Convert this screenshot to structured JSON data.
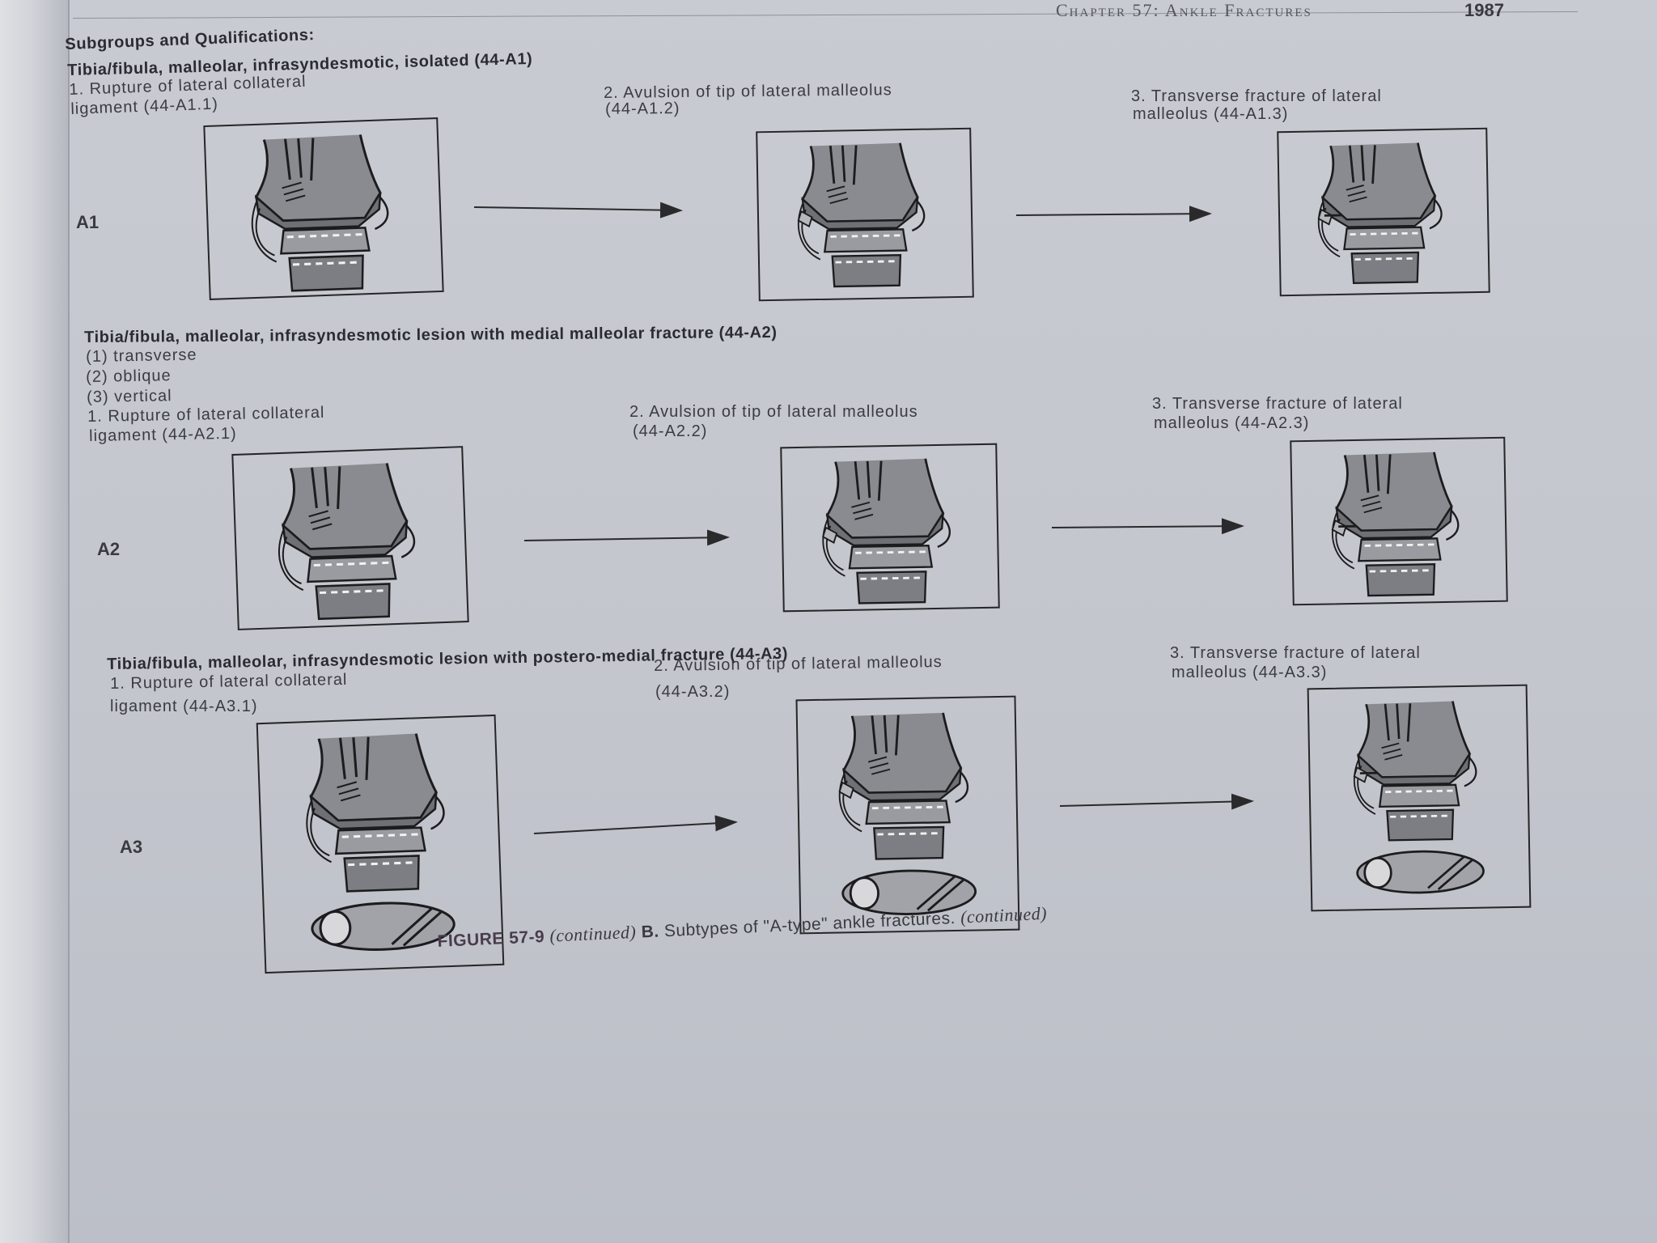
{
  "header": {
    "chapter": "Chapter 57: Ankle Fractures",
    "page_number": "1987"
  },
  "intro": {
    "title": "Subgroups and Qualifications:"
  },
  "rows": [
    {
      "label": "A1",
      "heading": "Tibia/fibula, malleolar, infrasyndesmotic, isolated (44-A1)",
      "qualifiers": [],
      "items": [
        {
          "line1": "1. Rupture of lateral collateral",
          "line2": "ligament (44-A1.1)"
        },
        {
          "line1": "2. Avulsion of tip of lateral malleolus",
          "line2": "(44-A1.2)"
        },
        {
          "line1": "3. Transverse fracture of lateral",
          "line2": "malleolus (44-A1.3)"
        }
      ]
    },
    {
      "label": "A2",
      "heading": "Tibia/fibula, malleolar, infrasyndesmotic lesion with medial malleolar fracture (44-A2)",
      "qualifiers": [
        "(1) transverse",
        "(2) oblique",
        "(3) vertical"
      ],
      "items": [
        {
          "line1": "1. Rupture of lateral collateral",
          "line2": "ligament (44-A2.1)"
        },
        {
          "line1": "2. Avulsion of tip of lateral malleolus",
          "line2": "(44-A2.2)"
        },
        {
          "line1": "3. Transverse fracture of lateral",
          "line2": "malleolus (44-A2.3)"
        }
      ]
    },
    {
      "label": "A3",
      "heading": "Tibia/fibula, malleolar, infrasyndesmotic lesion with postero-medial fracture (44-A3)",
      "qualifiers": [],
      "items": [
        {
          "line1": "1. Rupture of lateral collateral",
          "line2": "ligament (44-A3.1)"
        },
        {
          "line1": "2. Avulsion of tip of lateral malleolus",
          "line2": "(44-A3.2)"
        },
        {
          "line1": "3. Transverse fracture of lateral",
          "line2": "malleolus (44-A3.3)"
        }
      ]
    }
  ],
  "caption": {
    "figure": "FIGURE 57-9",
    "continued": "(continued)",
    "part": "B.",
    "text": "Subtypes of \"A-type\" ankle fractures.",
    "continued_end": "(continued)"
  }
}
